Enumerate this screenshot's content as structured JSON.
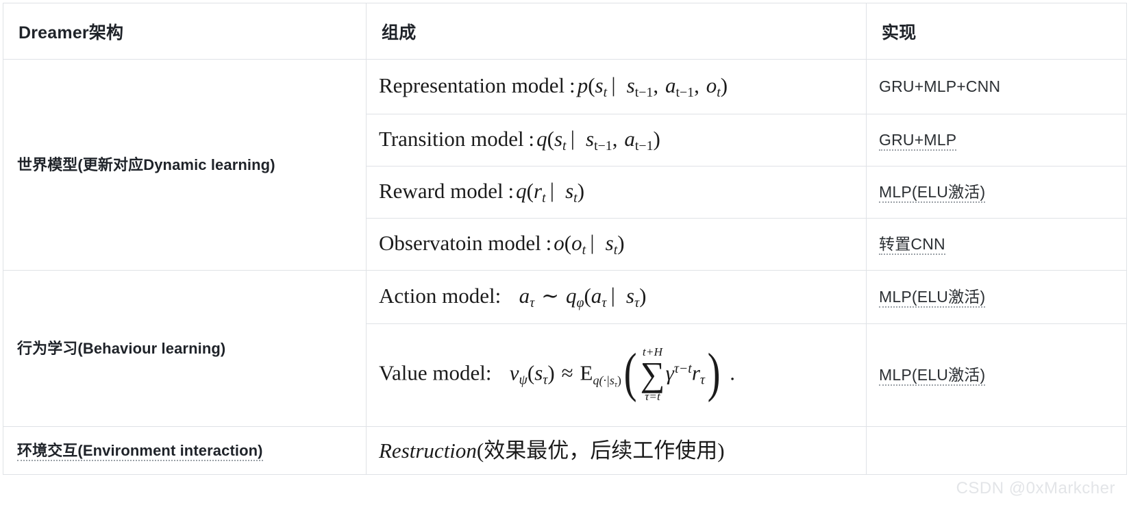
{
  "table": {
    "headers": [
      {
        "label": "Dreamer架构"
      },
      {
        "label": "组成"
      },
      {
        "label": "实现"
      }
    ],
    "groups": [
      {
        "label": "世界模型(更新对应Dynamic learning)",
        "rows": [
          {
            "formula_plain": "Representation model : p(s_t | s_{t-1}, a_{t-1}, o_t)",
            "impl": "GRU+MLP+CNN"
          },
          {
            "formula_plain": "Transition model : q(s_t | s_{t-1}, a_{t-1})",
            "impl": "GRU+MLP"
          },
          {
            "formula_plain": "Reward model : q(r_t | s_t)",
            "impl": "MLP(ELU激活)"
          },
          {
            "formula_plain": "Observatoin model : o(o_t | s_t)",
            "impl": "转置CNN"
          }
        ]
      },
      {
        "label": "行为学习(Behaviour learning)",
        "rows": [
          {
            "formula_plain": "Action model:  a_τ ~ q_φ(a_τ | s_τ)",
            "impl": "MLP(ELU激活)"
          },
          {
            "formula_plain": "Value model:  v_ψ(s_τ) ≈ E_{q(·|s_τ)} ( Σ_{τ=t}^{t+H} γ^{τ-t} r_τ ) .",
            "impl": "MLP(ELU激活)"
          }
        ]
      },
      {
        "label": "环境交互(Environment interaction)",
        "rows": [
          {
            "formula_plain": "Restruction(效果最优，后续工作使用)",
            "impl": ""
          }
        ]
      }
    ],
    "math_tokens": {
      "representation": {
        "name": "Representation model",
        "colon": ":",
        "fn": "p",
        "open": "(",
        "v1": "s",
        "v1sub": "t",
        "bar": "|",
        "v2": "s",
        "v2sub": "t−1",
        "comma1": ",",
        "v3": "a",
        "v3sub": "t−1",
        "comma2": ",",
        "v4": "o",
        "v4sub": "t",
        "close": ")"
      },
      "transition": {
        "name": "Transition model",
        "colon": ":",
        "fn": "q",
        "open": "(",
        "v1": "s",
        "v1sub": "t",
        "bar": "|",
        "v2": "s",
        "v2sub": "t−1",
        "comma1": ",",
        "v3": "a",
        "v3sub": "t−1",
        "close": ")"
      },
      "reward": {
        "name": "Reward model",
        "colon": ":",
        "fn": "q",
        "open": "(",
        "v1": "r",
        "v1sub": "t",
        "bar": "|",
        "v2": "s",
        "v2sub": "t",
        "close": ")"
      },
      "observation": {
        "name": "Observatoin model",
        "colon": ":",
        "fn": "o",
        "open": "(",
        "v1": "o",
        "v1sub": "t",
        "bar": "|",
        "v2": "s",
        "v2sub": "t",
        "close": ")"
      },
      "action": {
        "name": "Action model:",
        "lhs": "a",
        "lhssub": "τ",
        "rel": "∼",
        "fn": "q",
        "fnsub": "φ",
        "open": "(",
        "v1": "a",
        "v1sub": "τ",
        "bar": "|",
        "v2": "s",
        "v2sub": "τ",
        "close": ")"
      },
      "value": {
        "name": "Value model:",
        "fn": "v",
        "fnsub": "ψ",
        "open1": "(",
        "arg": "s",
        "argsub": "τ",
        "close1": ")",
        "rel": "≈",
        "expect": "E",
        "expectsub_open": "q(·|",
        "expectsub_var": "s",
        "expectsub_varsub": "τ",
        "expectsub_close": ")",
        "bigopen": "(",
        "sum_upper": "t+H",
        "sigma": "∑",
        "sum_lower": "τ=t",
        "gamma": "γ",
        "gamma_sup": "τ−t",
        "r": "r",
        "rsub": "τ",
        "bigclose": ")",
        "period": "."
      },
      "restruction": {
        "italic": "Restruction",
        "rest": "(效果最优，后续工作使用)"
      }
    }
  },
  "watermark": "CSDN @0xMarkcher"
}
